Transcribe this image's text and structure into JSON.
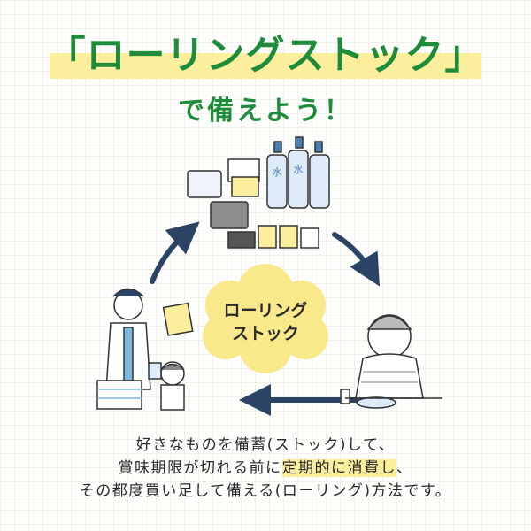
{
  "title": "「ローリングストック」",
  "subtitle": "で備えよう！",
  "cloud": {
    "line1": "ローリング",
    "line2": "ストック"
  },
  "bottle_label": "水",
  "body": {
    "line1": "好きなものを備蓄(ストック)して、",
    "line2_pre": "賞味期限が切れる前に",
    "line2_highlight": "定期的に消費し",
    "line2_post": "、",
    "line3": "その都度買い足して備える(ローリング)方法です。"
  },
  "colors": {
    "green": "#1e8c3a",
    "yellow": "#fbee9c",
    "navy": "#2b4466"
  }
}
